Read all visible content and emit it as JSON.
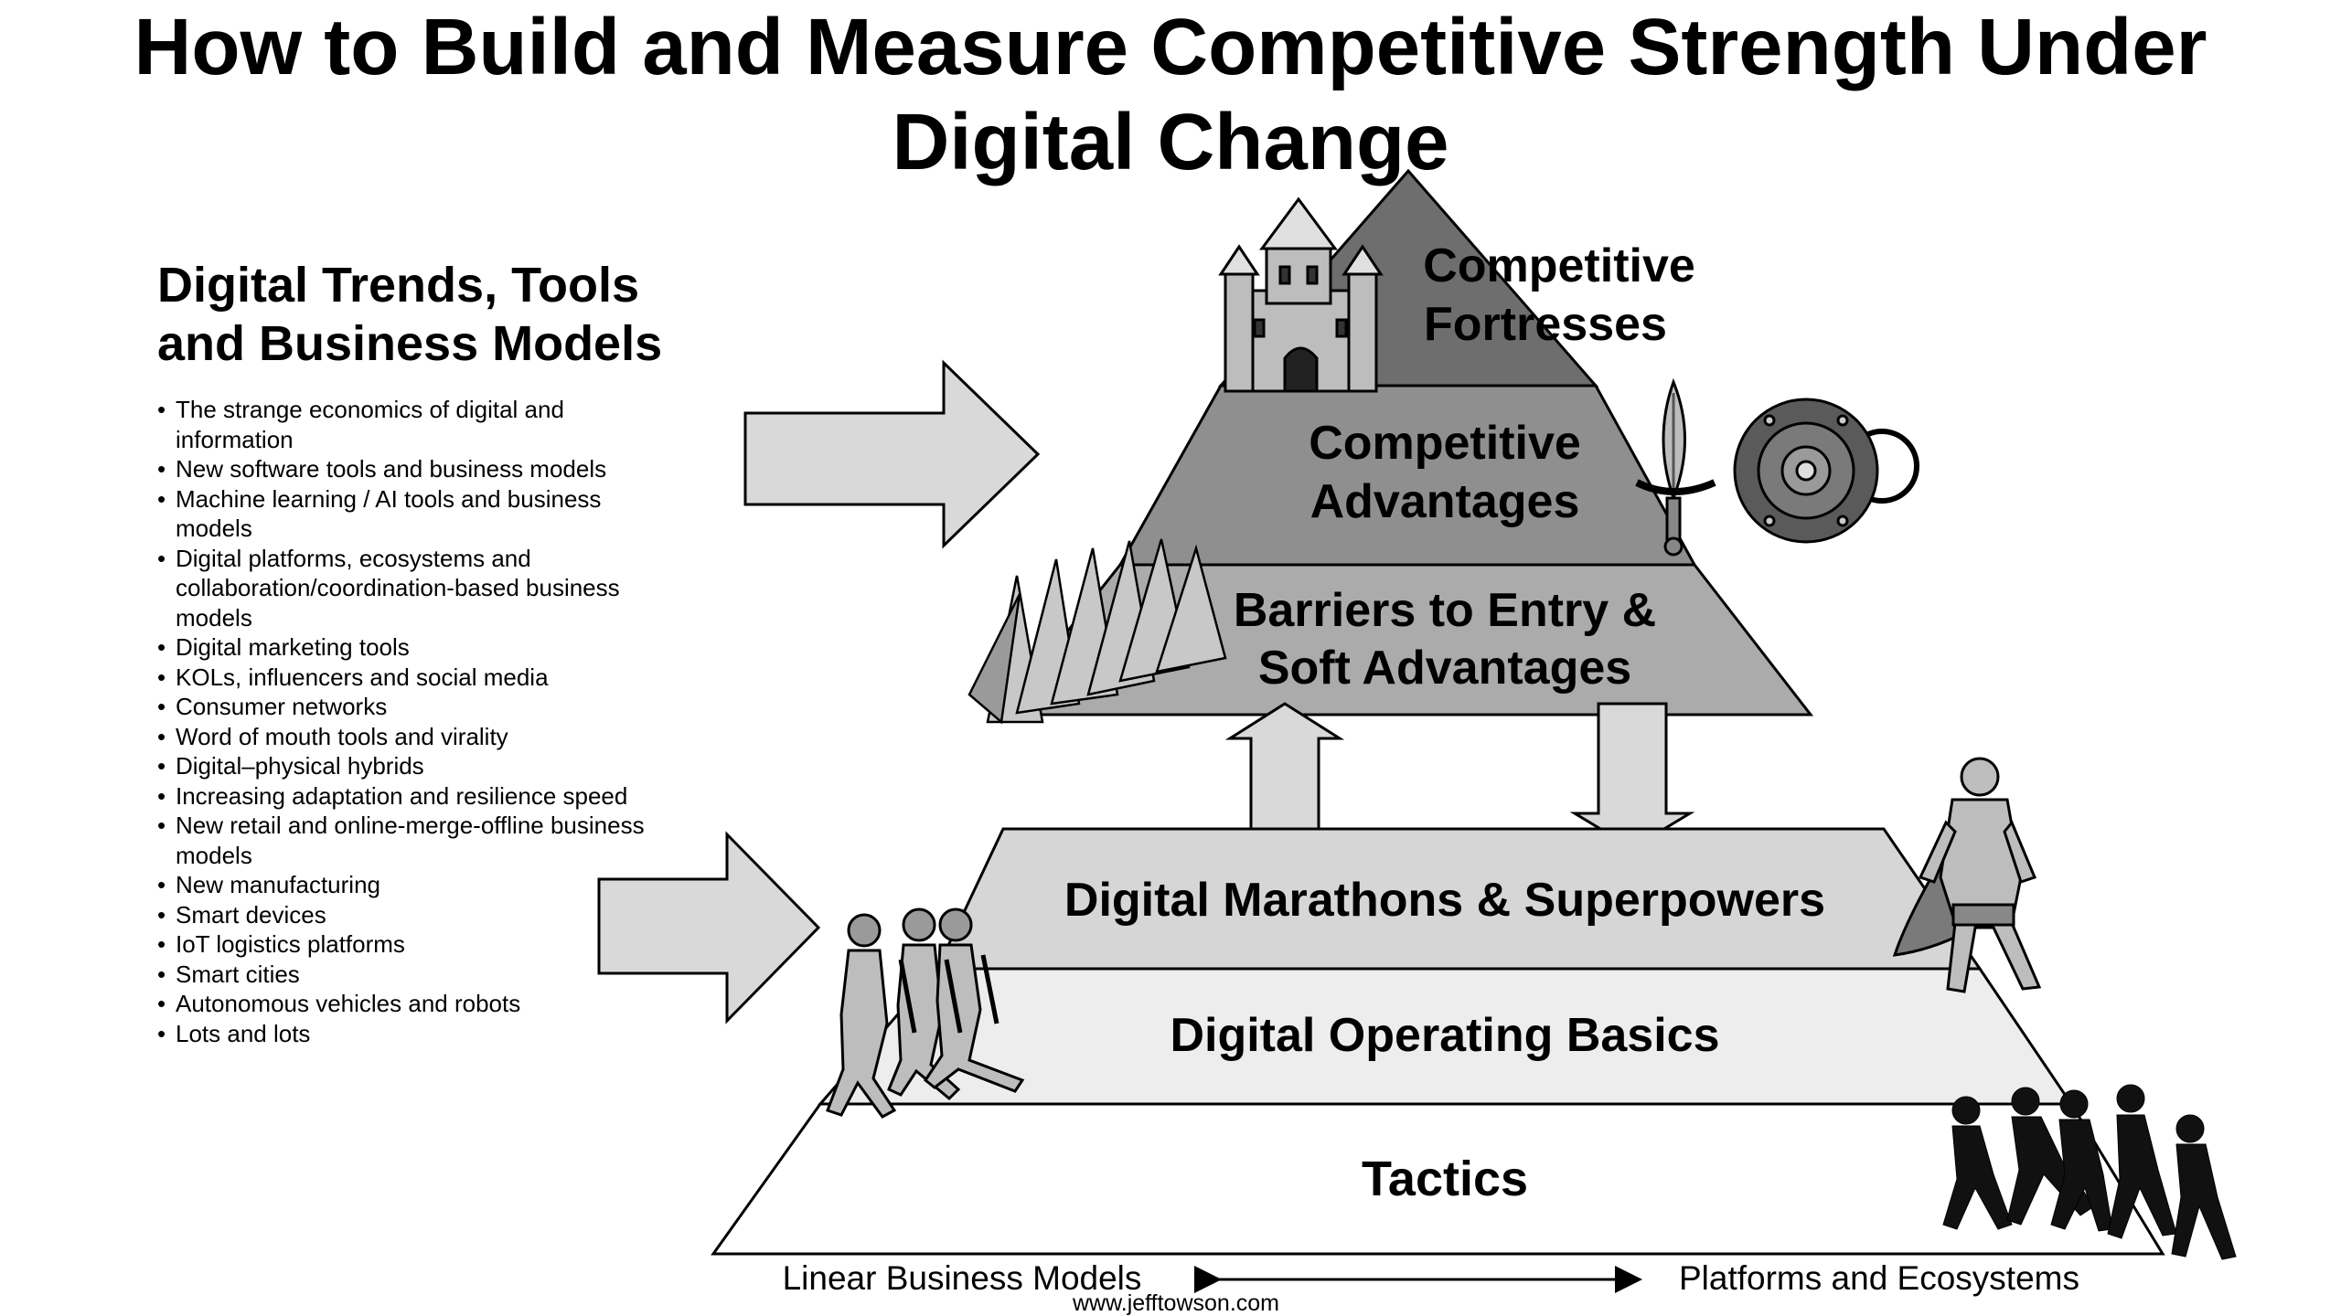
{
  "title": {
    "line1": "How to Build and Measure Competitive Strength Under",
    "line2": "Digital Change"
  },
  "sidebar": {
    "heading_line1": "Digital Trends, Tools",
    "heading_line2": "and Business Models",
    "items": [
      "The strange economics of digital and information",
      "New software tools and business models",
      "Machine learning / AI tools and business models",
      "Digital platforms, ecosystems and collaboration/coordination-based business models",
      "Digital marketing tools",
      "KOLs, influencers and social media",
      "Consumer networks",
      "Word of mouth tools and virality",
      "Digital–physical hybrids",
      "Increasing adaptation and resilience speed",
      "New retail and online-merge-offline business models",
      "New manufacturing",
      "Smart devices",
      "IoT logistics platforms",
      "Smart cities",
      "Autonomous vehicles and robots",
      "Lots and lots"
    ]
  },
  "pyramid": {
    "top": {
      "fortresses_line1": "Competitive",
      "fortresses_line2": "Fortresses",
      "advantages_line1": "Competitive",
      "advantages_line2": "Advantages",
      "barriers_line1": "Barriers to Entry &",
      "barriers_line2": "Soft Advantages"
    },
    "bottom": {
      "marathons": "Digital Marathons & Superpowers",
      "basics": "Digital Operating Basics",
      "tactics": "Tactics"
    }
  },
  "axis": {
    "left": "Linear Business Models",
    "right": "Platforms and Ecosystems"
  },
  "footer": {
    "url": "www.jefftowson.com"
  },
  "icons": [
    "castle-icon",
    "sword-icon",
    "shield-icon",
    "spikes-icon",
    "soldiers-icon",
    "superhero-icon",
    "fighters-icon"
  ],
  "colors": {
    "fortress_fill": "#6e6e6e",
    "advantages_fill": "#8f8f8f",
    "barriers_fill": "#ababab",
    "marathons_fill": "#d6d6d6",
    "basics_fill": "#ededed",
    "tactics_fill": "#ffffff",
    "arrow_fill": "#d9d9d9"
  }
}
